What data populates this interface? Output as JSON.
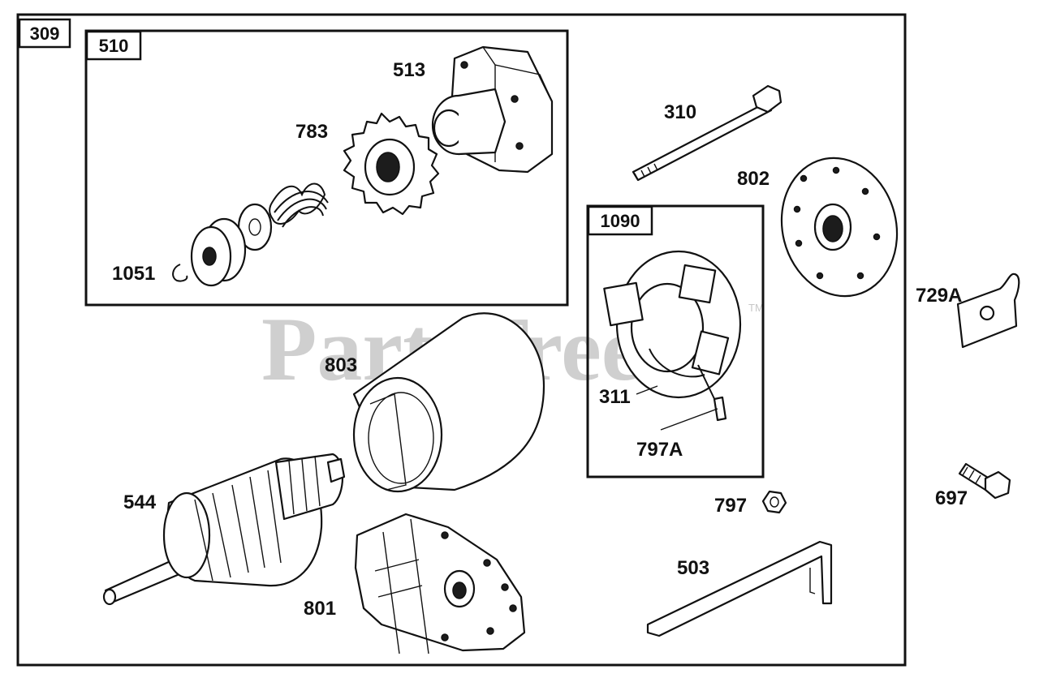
{
  "watermark": "PartsTree",
  "watermark_mark": "TM",
  "groups": {
    "outer": "309",
    "drive_assembly": "510",
    "brush_assembly": "1090"
  },
  "parts": {
    "p513": "513",
    "p783": "783",
    "p1051": "1051",
    "p310": "310",
    "p802": "802",
    "p729A": "729A",
    "p803": "803",
    "p311": "311",
    "p797A": "797A",
    "p544": "544",
    "p797": "797",
    "p697": "697",
    "p503": "503",
    "p801": "801"
  }
}
